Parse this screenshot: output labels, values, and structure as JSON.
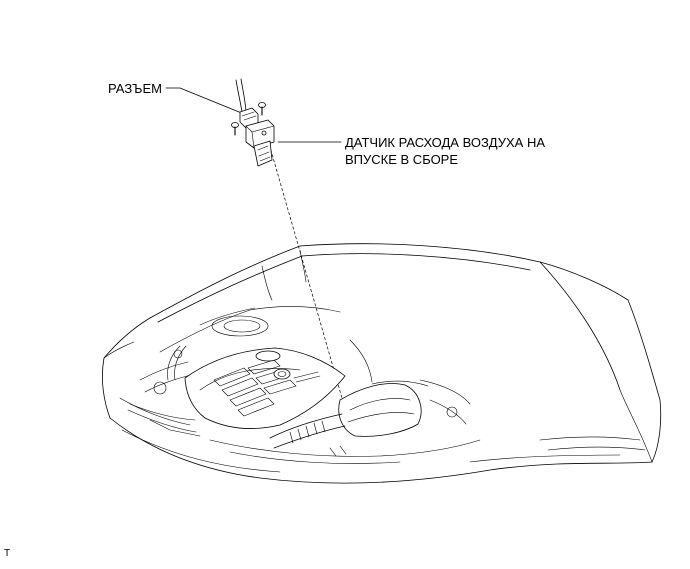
{
  "labels": {
    "connector": "РАЗЪЕМ",
    "sensor_line1": "ДАТЧИК РАСХОДА ВОЗДУХА НА",
    "sensor_line2": "ВПУСКЕ В СБОРЕ",
    "figure_code": "T"
  }
}
